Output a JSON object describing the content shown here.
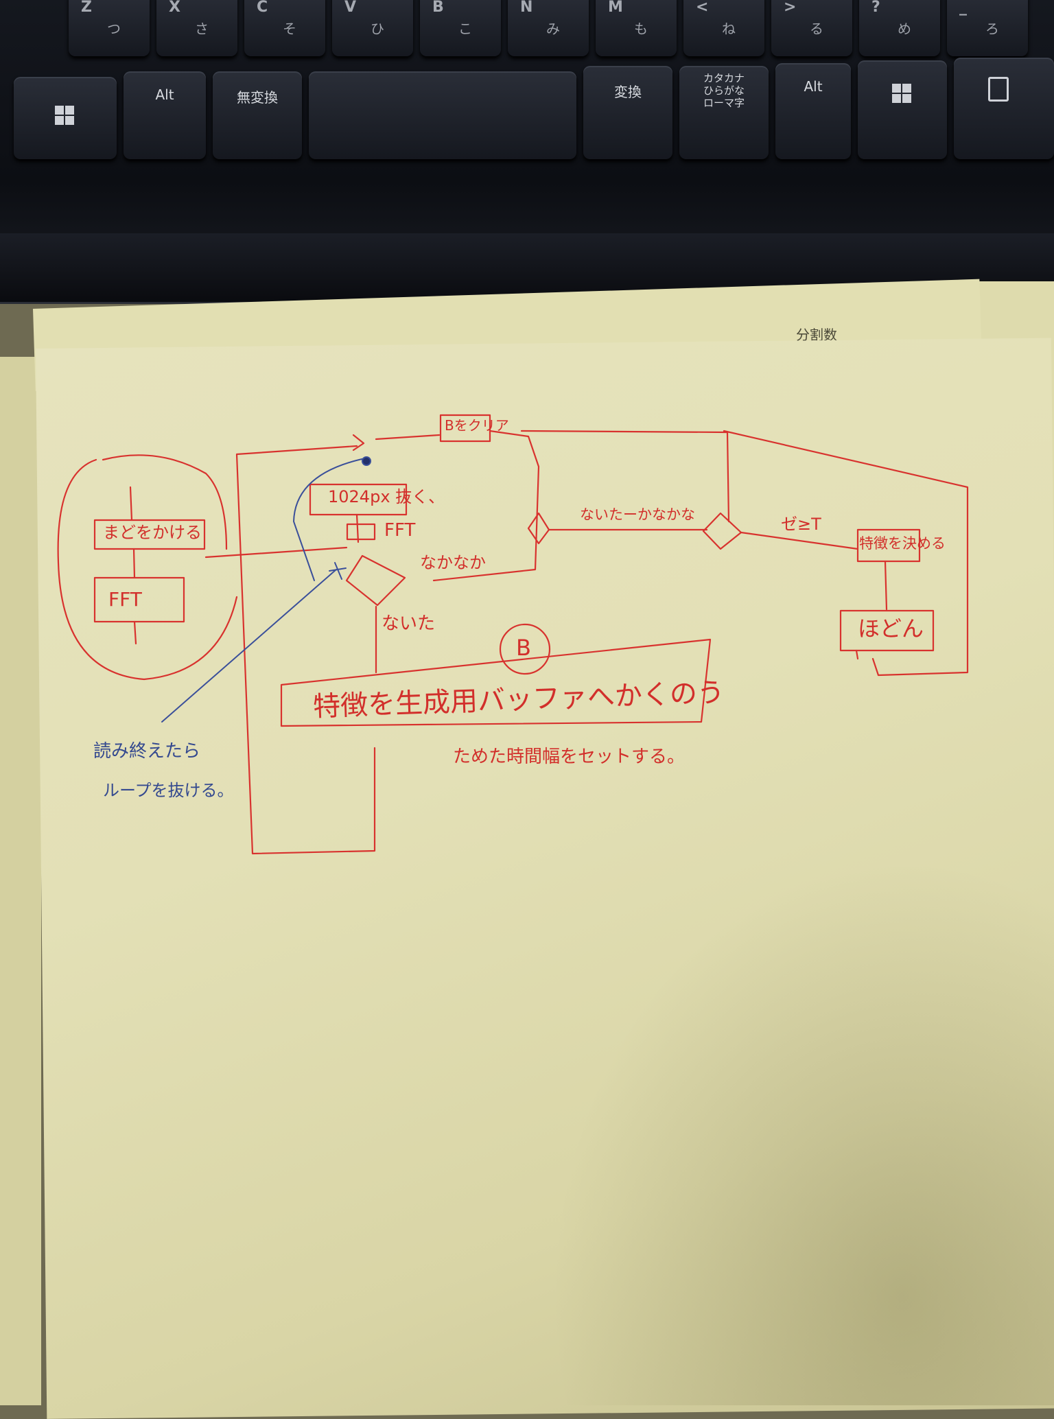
{
  "keyboard": {
    "letter_keys": [
      {
        "letter": "Z",
        "kana": "つ"
      },
      {
        "letter": "X",
        "kana": "さ"
      },
      {
        "letter": "C",
        "kana": "そ"
      },
      {
        "letter": "V",
        "kana": "ひ"
      },
      {
        "letter": "B",
        "kana": "こ"
      },
      {
        "letter": "N",
        "kana": "み"
      },
      {
        "letter": "M",
        "kana": "も"
      },
      {
        "letter": "<",
        "kana": "ね"
      },
      {
        "letter": ">",
        "kana": "る"
      },
      {
        "letter": "?",
        "kana": "め"
      },
      {
        "letter": "_",
        "kana": "ろ"
      }
    ],
    "alt_left": "Alt",
    "muhenkan": "無変換",
    "henkan": "変換",
    "kana_key": [
      "カタカナ",
      "ひらがな",
      "ローマ字"
    ],
    "alt_right": "Alt"
  },
  "printed_header": "分割数",
  "sketch": {
    "top_box": "Bをクリア",
    "read_box": "1024px 抜く、",
    "fft_label": "FFT",
    "loop_label": "なかなか",
    "right_decision_label": "ないたーかなかな",
    "threshold_label": "ゼ≥T",
    "right_box_1": "特徴を決める",
    "right_box_2": "ほどん",
    "left_box_1": "まどをかける",
    "left_box_2": "FFT",
    "branch_label": "ないた",
    "circle_label": "B",
    "bottom_box": "特徴を生成用バッファへかくのう",
    "bottom_note": "ためた時間幅をセットする。",
    "blue_note_1": "読み終えたら",
    "blue_note_2": "ループを抜ける。"
  }
}
